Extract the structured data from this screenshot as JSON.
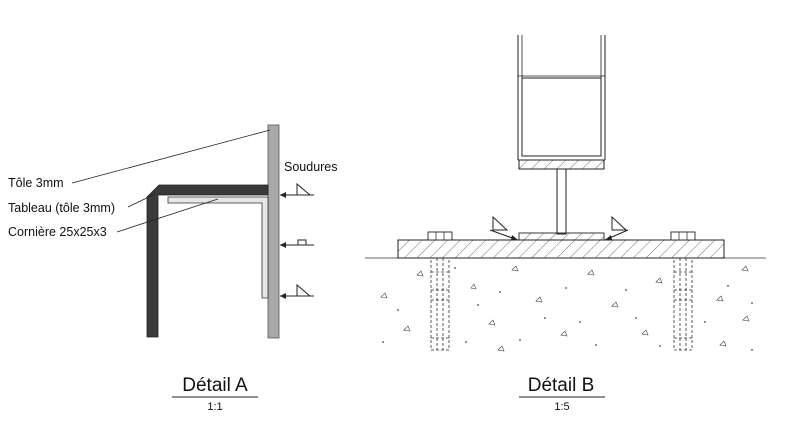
{
  "detail_a": {
    "title": "Détail A",
    "scale": "1:1",
    "labels": {
      "tole": "Tôle 3mm",
      "tableau": "Tableau (tôle 3mm)",
      "corniere": "Cornière 25x25x3",
      "soudures": "Soudures"
    }
  },
  "detail_b": {
    "title": "Détail B",
    "scale": "1:5"
  },
  "colors": {
    "tole": "#3a3a3a",
    "corniere": "#e6e6e6",
    "post": "#a9a9a9",
    "line": "#222222"
  }
}
